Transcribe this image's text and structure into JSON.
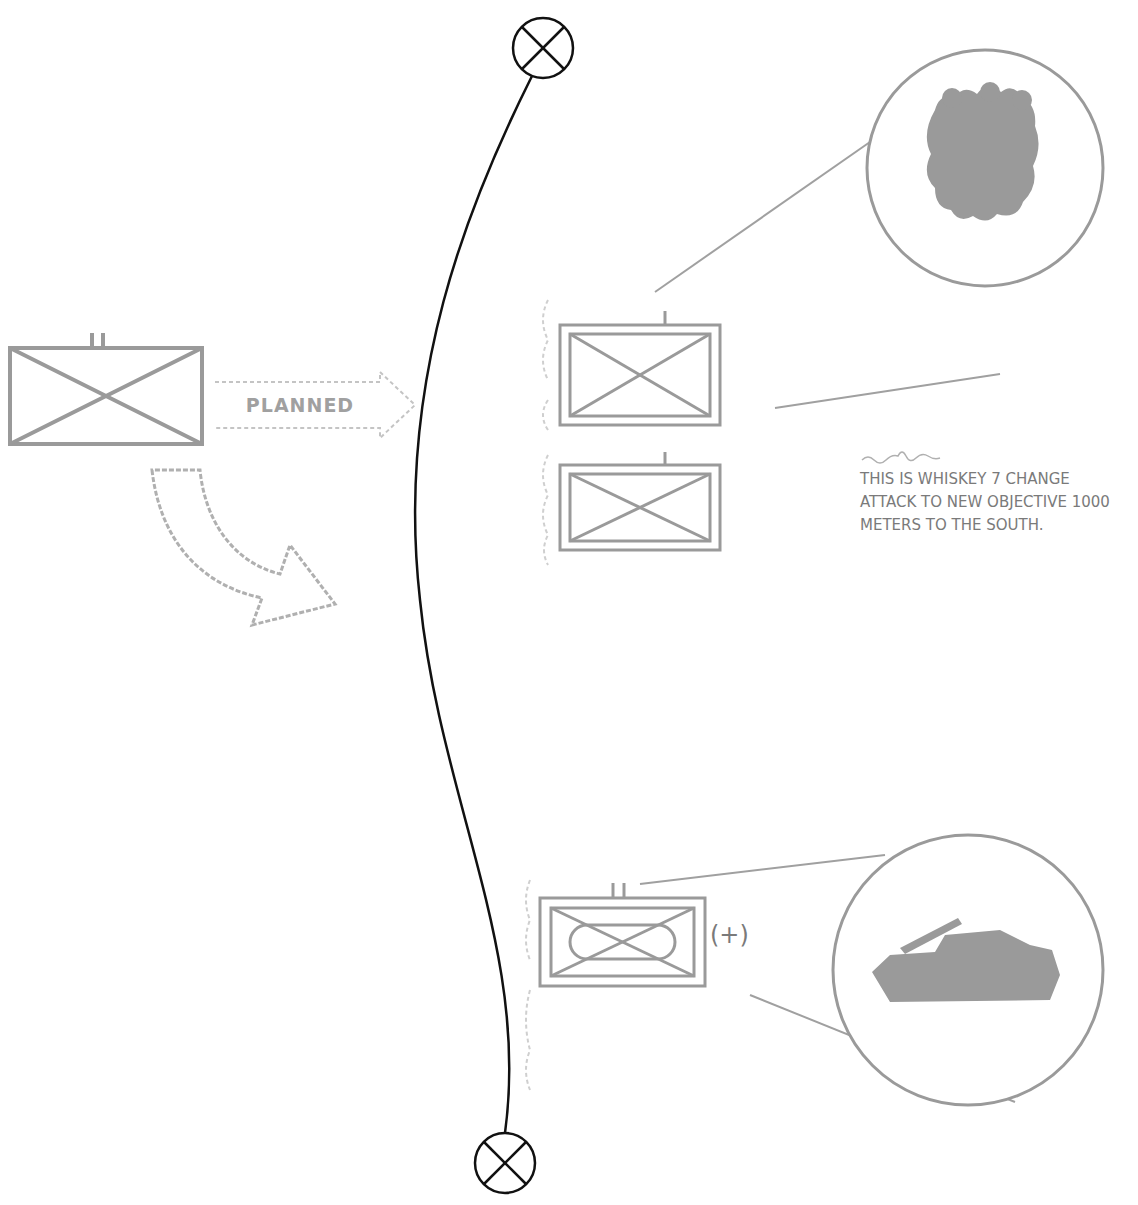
{
  "diagram": {
    "nodes": [
      {
        "text": [
          "PLANNED"
        ]
      }
    ],
    "labels": [
      "THIS IS WHISKEY 7 CHANGE ATTACK TO NEW OBJECTIVE 1000 METERS TO THE SOUTH.",
      "(+)"
    ]
  }
}
